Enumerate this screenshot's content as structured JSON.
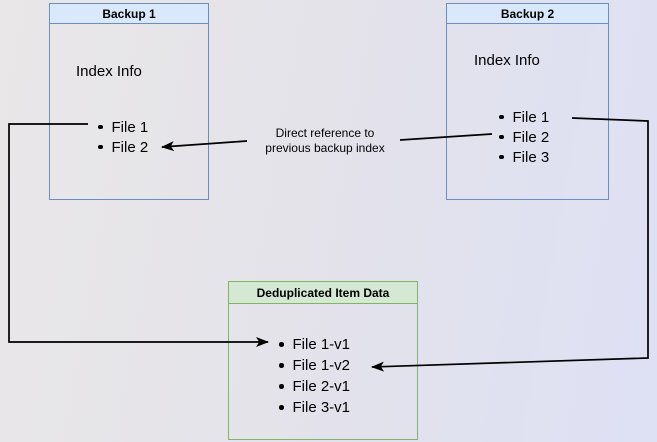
{
  "diagram": {
    "backup1": {
      "title": "Backup 1",
      "index_label": "Index Info",
      "files": [
        "File 1",
        "File 2"
      ]
    },
    "backup2": {
      "title": "Backup 2",
      "index_label": "Index Info",
      "files": [
        "File 1",
        "File 2",
        "File 3"
      ]
    },
    "dedup": {
      "title": "Deduplicated Item Data",
      "files": [
        "File 1-v1",
        "File 1-v2",
        "File 2-v1",
        "File 3-v1"
      ]
    },
    "annotation": {
      "line1": "Direct reference to",
      "line2": "previous backup index"
    },
    "colors": {
      "blue_border": "#6c8ebf",
      "blue_header_fill": "#dae8fc",
      "green_border": "#82b366",
      "green_header_fill": "#d5e8d4",
      "arrow": "#000000",
      "background_from": "#e9e7e7",
      "background_to": "#dee0f4"
    }
  }
}
